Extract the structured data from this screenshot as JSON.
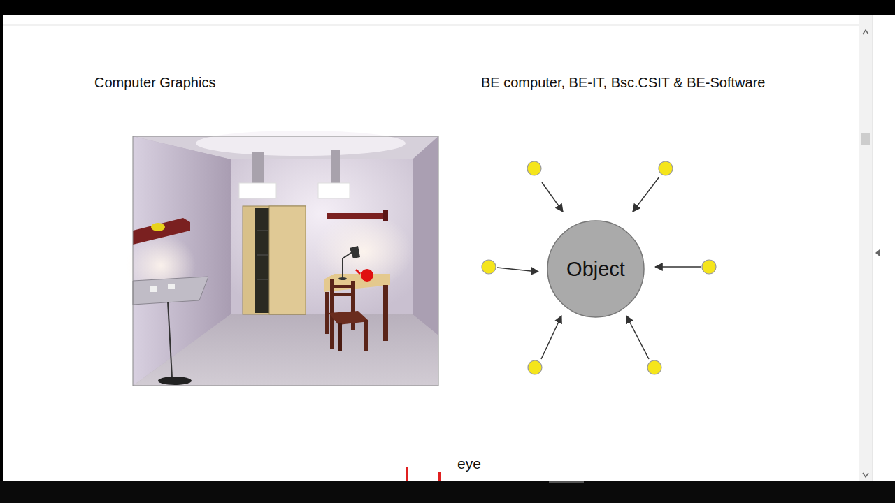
{
  "diagram": {
    "title": "Computer Graphics",
    "nodes": [
      {
        "text": [
          "Object"
        ]
      }
    ],
    "labels": [
      "BE computer, BE-IT, Bsc.CSIT & BE-Software",
      "eye"
    ]
  }
}
